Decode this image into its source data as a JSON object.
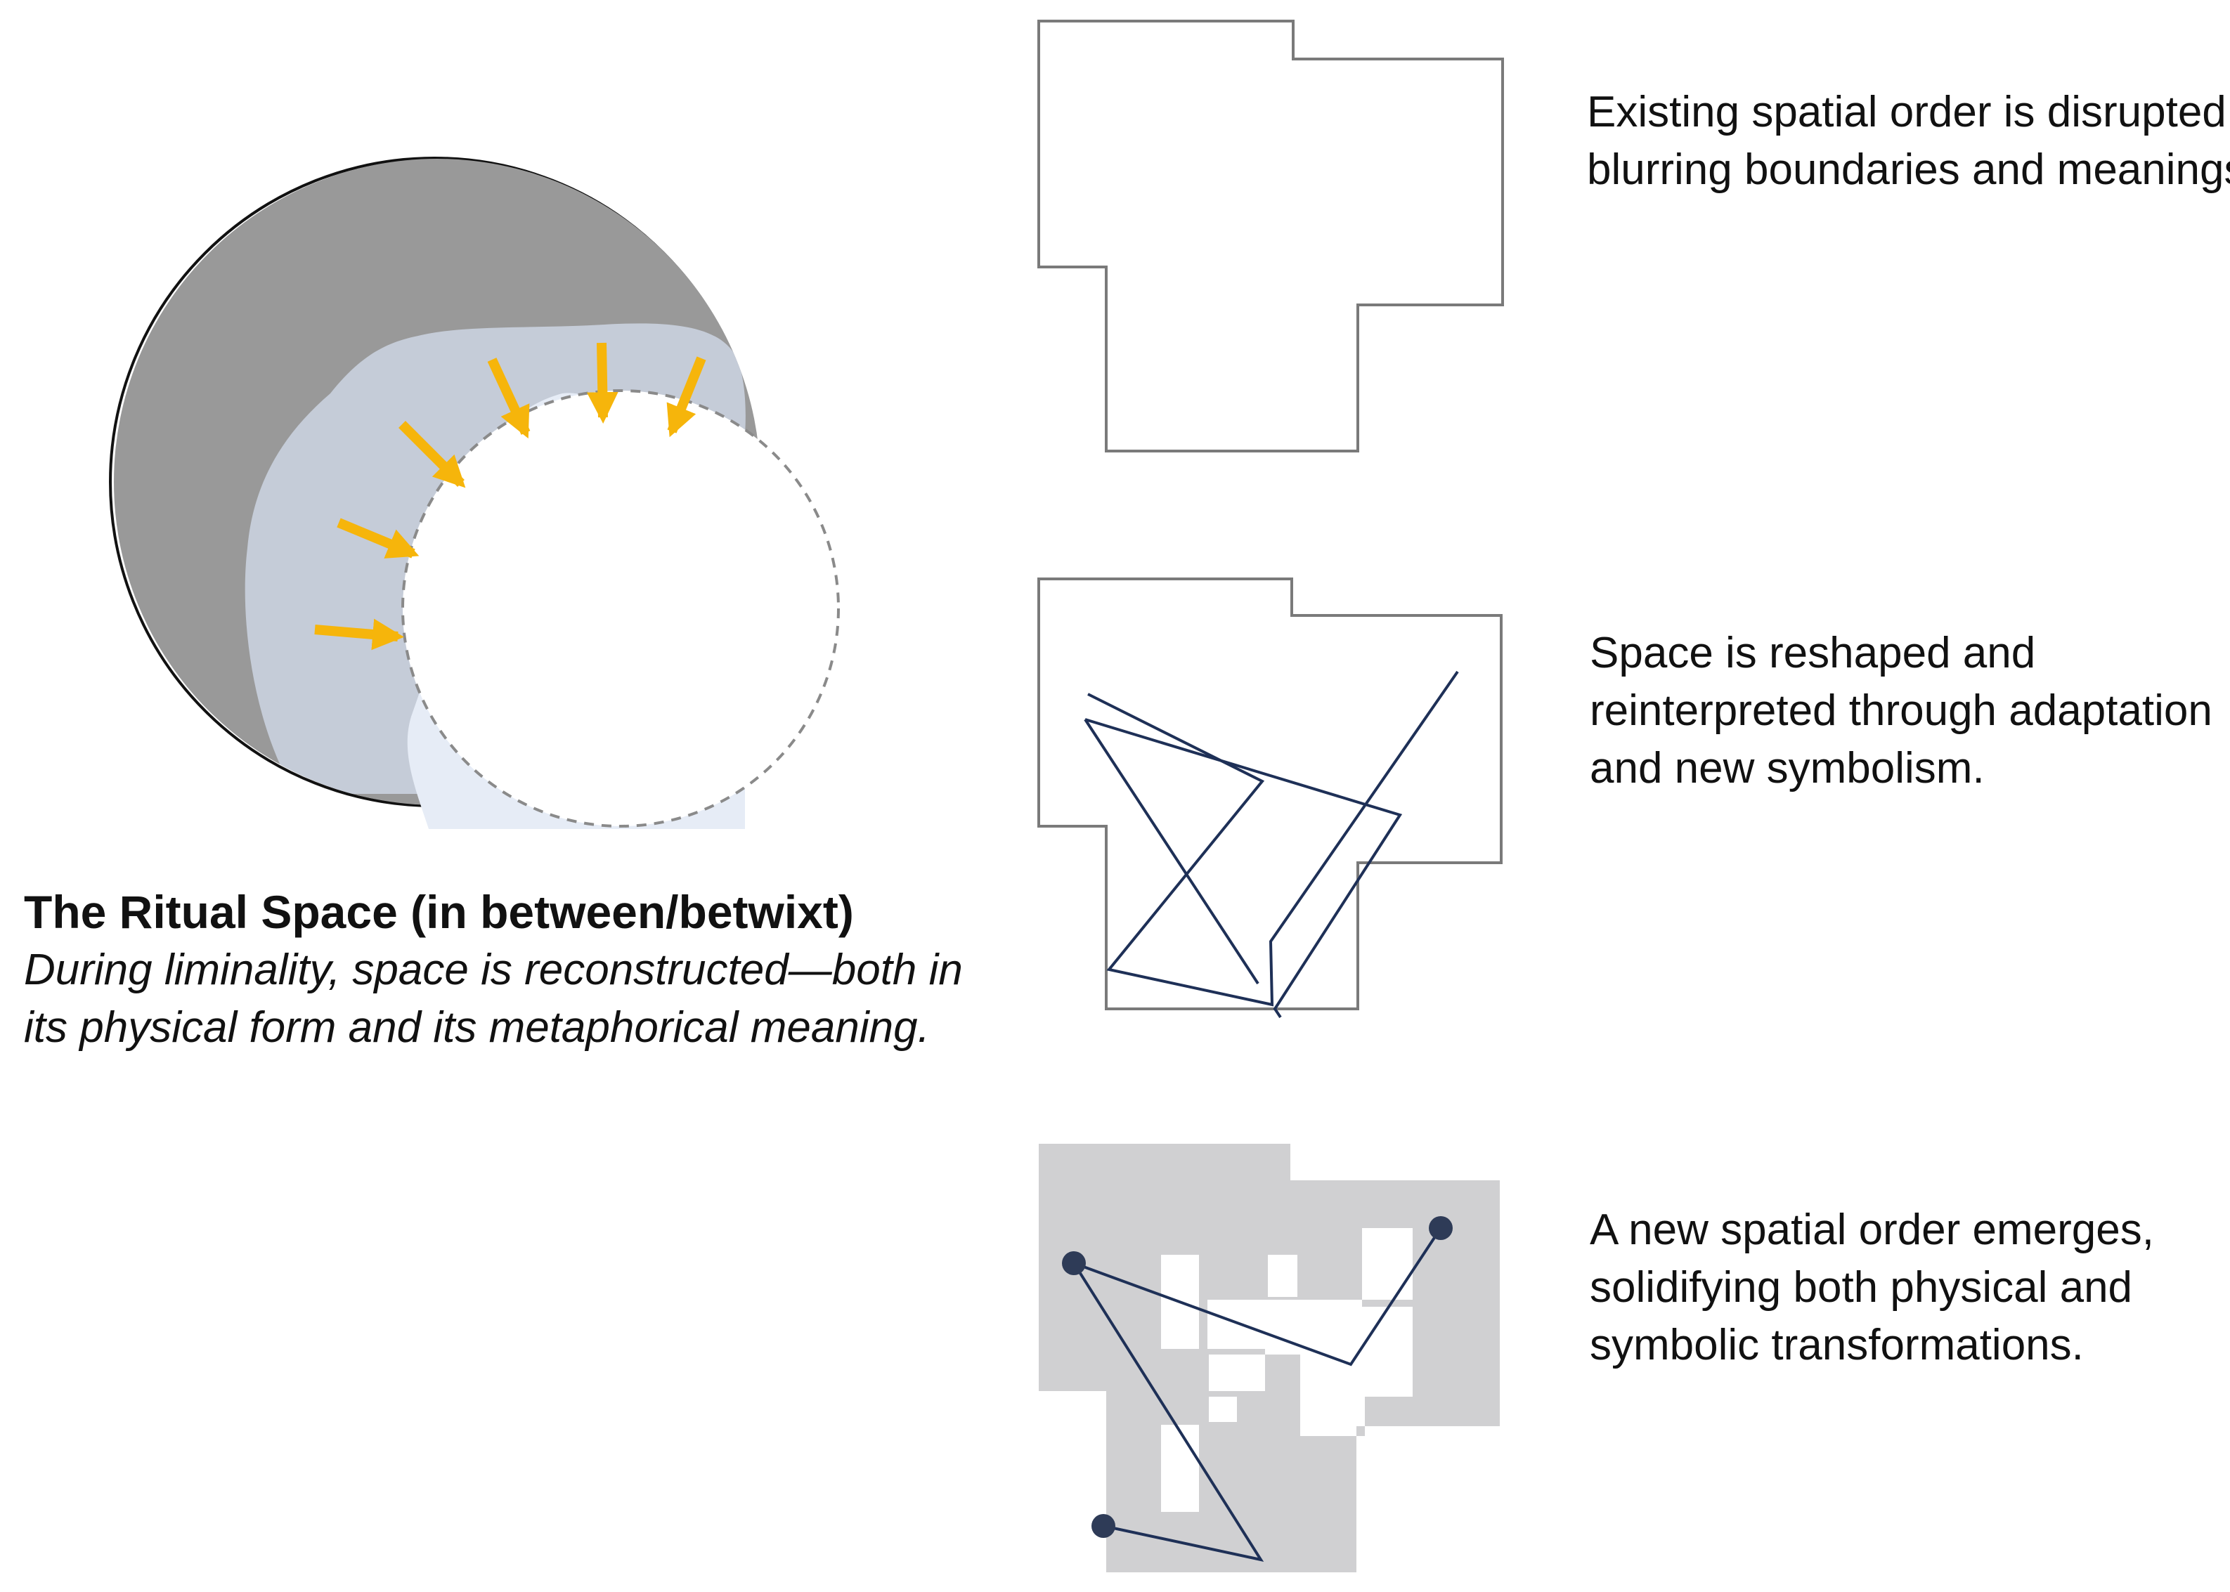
{
  "ritual": {
    "title": "The Ritual Space (in between/betwixt)",
    "description": "During liminality, space is reconstructed—both in its physical form and its metaphorical meaning."
  },
  "stages": [
    {
      "text": "Existing spatial order is disrupted, blurring boundaries and meanings."
    },
    {
      "text": "Space is reshaped and reinterpreted through adaptation and new symbolism."
    },
    {
      "text": "A new spatial order emerges, solidifying both physical and symbolic transformations."
    }
  ],
  "colors": {
    "outer_circle": "#999999",
    "liminal_band": "#c5ccd8",
    "inner_zone": "#e6ecf6",
    "arrow": "#f6b50b",
    "outline": "#7a7a7a",
    "path_line": "#1e3057",
    "node": "#2e3b57",
    "solid_block": "#d0d0d2"
  }
}
